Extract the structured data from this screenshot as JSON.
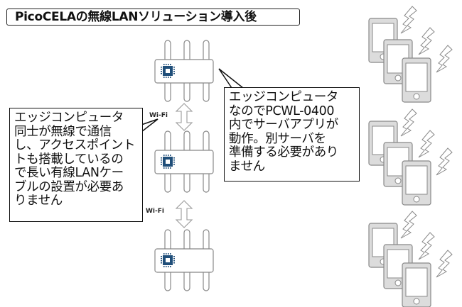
{
  "title": "PicoCELAの無線LANソリューション導入後",
  "left_callout": {
    "lines": [
      "エッジコンピュータ",
      "同士が無線で通信",
      "し、アクセスポイント",
      "トも搭載しているの",
      "で長い有線LANケー",
      "ブルの設置が必要あ",
      "りません"
    ]
  },
  "right_callout": {
    "lines": [
      "エッジコンピュータ",
      "なのでPCWL-0400",
      "内でサーバアプリが",
      "動作。別サーバを",
      "準備する必要があり",
      "ません"
    ]
  },
  "links": [
    {
      "label": "Wi-Fi"
    },
    {
      "label": "Wi-Fi"
    }
  ],
  "devices": [
    {
      "name": "edge-computer-1",
      "icon": "chip-icon"
    },
    {
      "name": "edge-computer-2",
      "icon": "chip-icon"
    },
    {
      "name": "edge-computer-3",
      "icon": "chip-icon"
    }
  ],
  "client_groups": [
    {
      "phones": 3,
      "signals": 3
    },
    {
      "phones": 3,
      "signals": 3
    },
    {
      "phones": 3,
      "signals": 3
    }
  ],
  "colors": {
    "chip": "#1f4e79",
    "device_outline": "#888888",
    "phone_fill": "#dddddd",
    "phone_outline": "#888888",
    "text": "#111111"
  }
}
